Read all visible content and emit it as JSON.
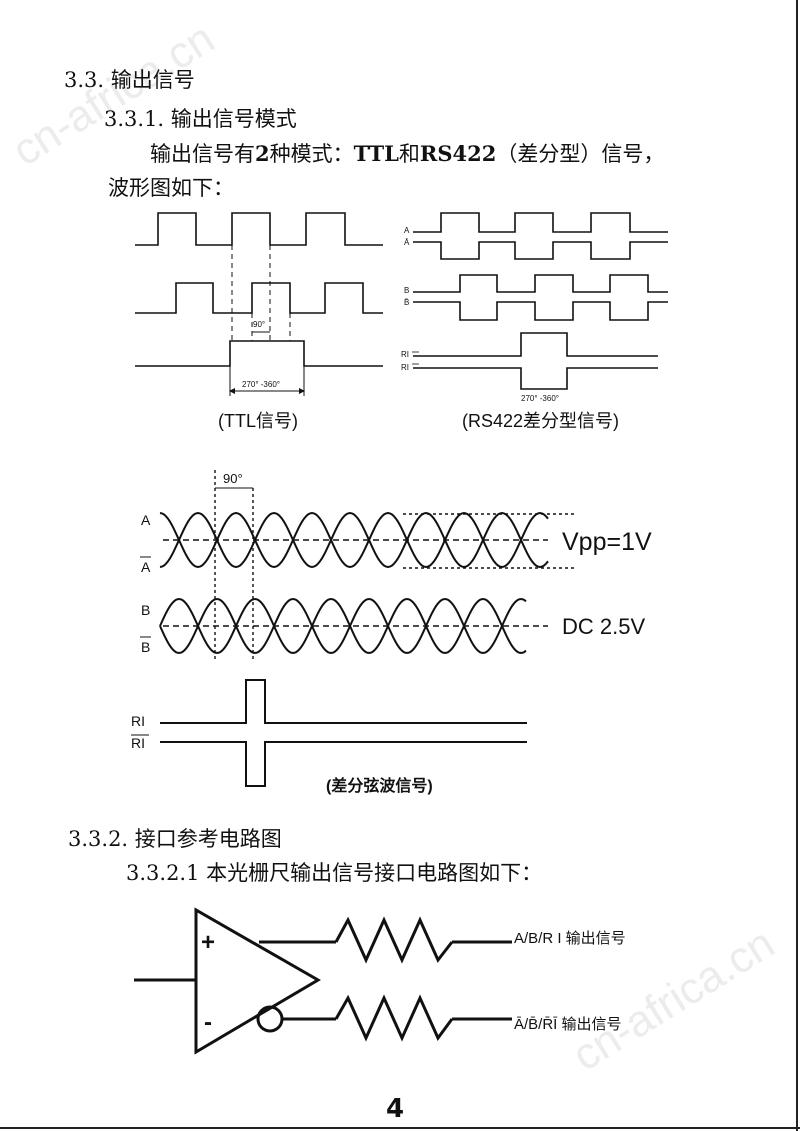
{
  "watermark": "cn-africa.cn",
  "section": "3.3. 输出信号",
  "subsection": "3.3.1. 输出信号模式",
  "para": {
    "prefix": "输出信号有",
    "num": "2",
    "mid": "种模式：",
    "ttl": "TTL",
    "and": "和",
    "rs": "RS422",
    "suffix": "（差分型）信号，",
    "line2": "波形图如下："
  },
  "ttl_diagram": {
    "caption": "(TTL信号)",
    "phase_label": "90°",
    "index_label": "270° -360°"
  },
  "rs422_diagram": {
    "caption": "(RS422差分型信号)",
    "label_a": "A",
    "label_a_bar": "Ā",
    "label_b": "B",
    "label_b_bar": "B̄",
    "label_ri": "RI",
    "label_ri_bar": "RI",
    "index_label": "270° -360°"
  },
  "sine_diagram": {
    "phase_label": "90°",
    "label_a": "A",
    "label_a_bar": "A",
    "label_b": "B",
    "label_b_bar": "B",
    "label_ri": "RI",
    "label_ri_bar": "RI",
    "vpp_label": "Vpp=1V",
    "dc_label": "DC 2.5V",
    "caption": "(差分弦波信号)"
  },
  "subsection2": "3.3.2. 接口参考电路图",
  "para2": "3.3.2.1 本光栅尺输出信号接口电路图如下：",
  "circuit": {
    "plus": "+",
    "minus": "-",
    "out1": "A/B/R I 输出信号",
    "out2": "Ā/B̄/R̄Ī 输出信号"
  },
  "page_number": "4"
}
